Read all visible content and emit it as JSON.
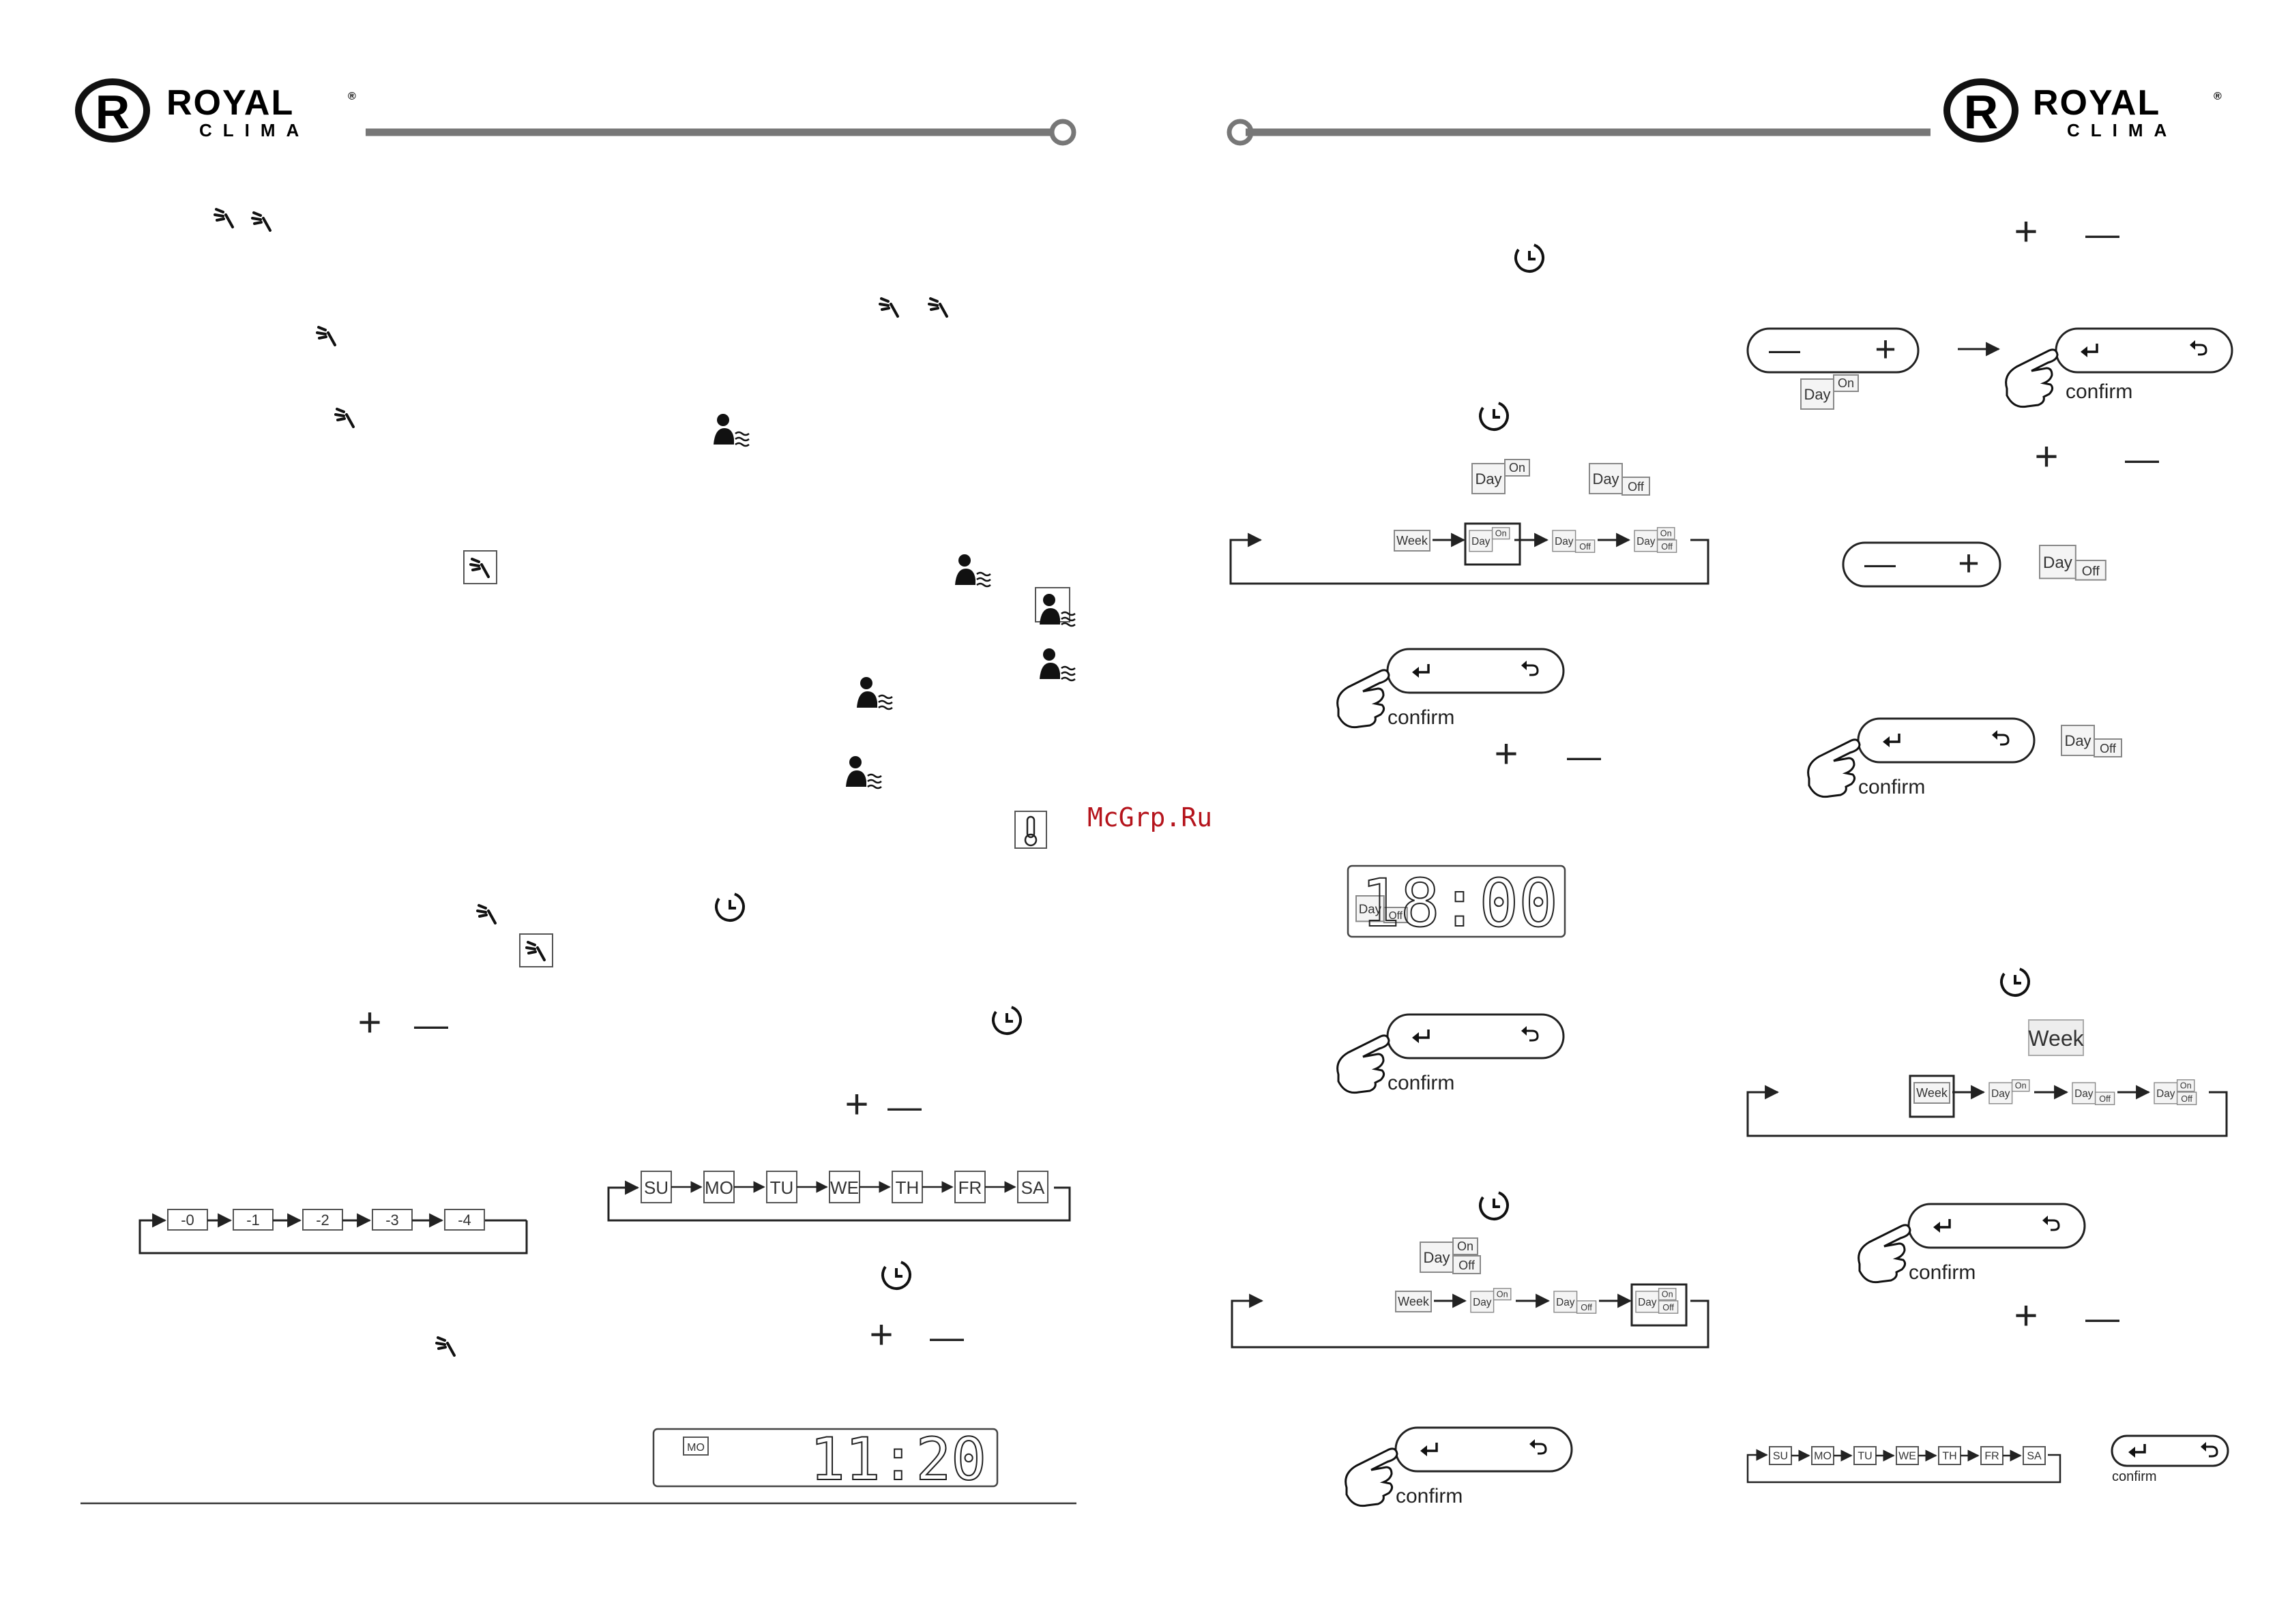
{
  "brand": {
    "left": {
      "name": "ROYAL",
      "sub": "CLIMA",
      "mark": "R",
      "reg": "®"
    },
    "right": {
      "name": "ROYAL",
      "sub": "CLIMA",
      "mark": "R",
      "reg": "®"
    }
  },
  "watermark": "McGrp.Ru",
  "icons": [
    "fan-swing-icon",
    "person-airflow-icon",
    "timer-icon",
    "thermometer-icon",
    "hand-press-icon",
    "enter-icon",
    "back-icon"
  ],
  "left_page": {
    "level_sequence": [
      "-0",
      "-1",
      "-2",
      "-3",
      "-4"
    ],
    "plus": "+",
    "minus": "—",
    "weekday_sequence": [
      "SU",
      "MO",
      "TU",
      "WE",
      "TH",
      "FR",
      "SA"
    ],
    "display_day": "MO",
    "display_time": "11:20"
  },
  "right_page": {
    "day_on": {
      "day": "Day",
      "state": "On"
    },
    "day_off": {
      "day": "Day",
      "state": "Off"
    },
    "day_onoff": {
      "day": "Day",
      "on": "On",
      "off": "Off"
    },
    "week_label": "Week",
    "confirm": "confirm",
    "display_time": "18:00",
    "plus": "+",
    "minus": "—",
    "mode_sequence": [
      "Week",
      "Day On",
      "Day Off",
      "Day On/Off"
    ],
    "weekday_sequence": [
      "SU",
      "MO",
      "TU",
      "WE",
      "TH",
      "FR",
      "SA"
    ]
  }
}
